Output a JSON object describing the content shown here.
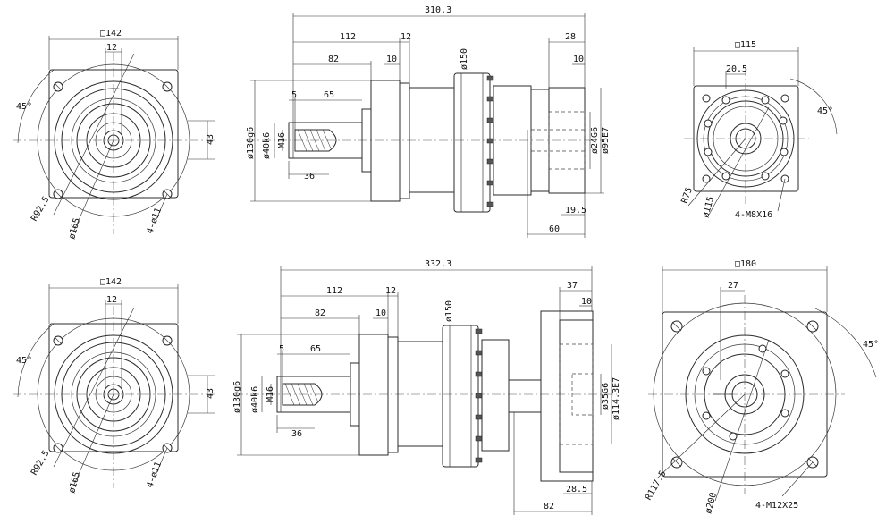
{
  "top": {
    "front_left": {
      "square": "□142",
      "w12": "12",
      "angle": "45°",
      "h43": "43",
      "r": "R92.5",
      "d165": "ø165",
      "holes": "4-ø11"
    },
    "side": {
      "total": "310.3",
      "d112": "112",
      "d12": "12",
      "d82": "82",
      "d10": "10",
      "d150": "ø150",
      "d28": "28",
      "d10r": "10",
      "d65": "65",
      "d5": "5",
      "m16": "M16",
      "d36": "36",
      "d130": "ø130g6",
      "d40": "ø40k6",
      "d24": "ø24G6",
      "d95": "ø95E7",
      "d195": "19.5",
      "d60": "60"
    },
    "front_right": {
      "square": "□115",
      "w205": "20.5",
      "angle": "45°",
      "r75": "R75",
      "d115": "ø115",
      "holes": "4-M8X16"
    }
  },
  "bottom": {
    "front_left": {
      "square": "□142",
      "w12": "12",
      "angle": "45°",
      "h43": "43",
      "r": "R92.5",
      "d165": "ø165",
      "holes": "4-ø11"
    },
    "side": {
      "total": "332.3",
      "d112": "112",
      "d12": "12",
      "d82": "82",
      "d10": "10",
      "d150": "ø150",
      "d37": "37",
      "d10r": "10",
      "d65": "65",
      "d5": "5",
      "m16": "M16",
      "d36": "36",
      "d130": "ø130g6",
      "d40": "ø40k6",
      "d35": "ø35G6",
      "d114": "ø114.3E7",
      "d285": "28.5",
      "d82b": "82"
    },
    "front_right": {
      "square": "□180",
      "w27": "27",
      "angle": "45°",
      "r": "R117.5",
      "d200": "ø200",
      "holes": "4-M12X25"
    }
  }
}
